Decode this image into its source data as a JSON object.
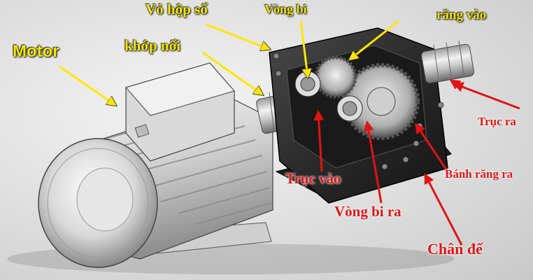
{
  "labels": {
    "motor": "Motor",
    "vo_hop_so": "Vỏ hộp số",
    "khop_noi": "khớp nối",
    "vong_bi": "Vòng bi",
    "rang_vao": "răng vào",
    "truc_ra": "Trục ra",
    "banh_rang_ra": "Bánh răng ra",
    "truc_vao": "Trục vào",
    "vong_bi_ra": "Vòng bi ra",
    "chan_de": "Chân đế"
  },
  "colors": {
    "yellow_label": "#f4e600",
    "red_label": "#e01414",
    "yellow_arrow": "#ffe600",
    "red_arrow": "#e01414"
  }
}
